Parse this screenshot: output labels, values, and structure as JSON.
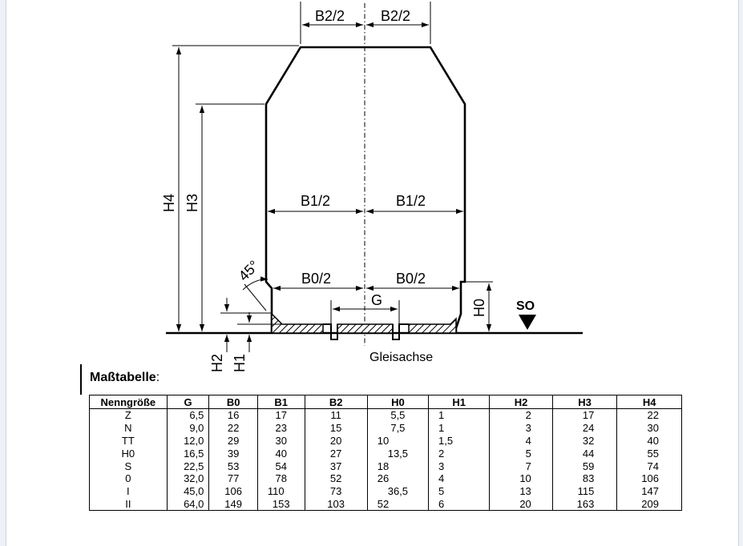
{
  "diagram": {
    "labels": {
      "b2_left": "B2/2",
      "b2_right": "B2/2",
      "b1_left": "B1/2",
      "b1_right": "B1/2",
      "b0_left": "B0/2",
      "b0_right": "B0/2",
      "g": "G",
      "h4": "H4",
      "h3": "H3",
      "h2": "H2",
      "h1": "H1",
      "h0": "H0",
      "angle": "45°",
      "so": "SO",
      "track_axis": "Gleisachse"
    }
  },
  "table": {
    "title": "Maßtabelle",
    "title_colon": ":",
    "headers": [
      "Nenngröße",
      "G",
      "B0",
      "B1",
      "B2",
      "H0",
      "H1",
      "H2",
      "H3",
      "H4"
    ],
    "rows": [
      [
        "Z",
        "6,5",
        "16",
        "17",
        "11",
        "5,5",
        "1",
        "2",
        "17",
        "22"
      ],
      [
        "N",
        "9,0",
        "22",
        "23",
        "15",
        "7,5",
        "1",
        "3",
        "24",
        "30"
      ],
      [
        "TT",
        "12,0",
        "29",
        "30",
        "20",
        "10",
        "1,5",
        "4",
        "32",
        "40"
      ],
      [
        "H0",
        "16,5",
        "39",
        "40",
        "27",
        "13,5",
        "2",
        "5",
        "44",
        "55"
      ],
      [
        "S",
        "22,5",
        "53",
        "54",
        "37",
        "18",
        "3",
        "7",
        "59",
        "74"
      ],
      [
        "0",
        "32,0",
        "77",
        "78",
        "52",
        "26",
        "4",
        "10",
        "83",
        "106"
      ],
      [
        "I",
        "45,0",
        "106",
        "110",
        "73",
        "36,5",
        "5",
        "13",
        "115",
        "147"
      ],
      [
        "II",
        "64,0",
        "149",
        "153",
        "103",
        "52",
        "6",
        "20",
        "163",
        "209"
      ]
    ]
  }
}
